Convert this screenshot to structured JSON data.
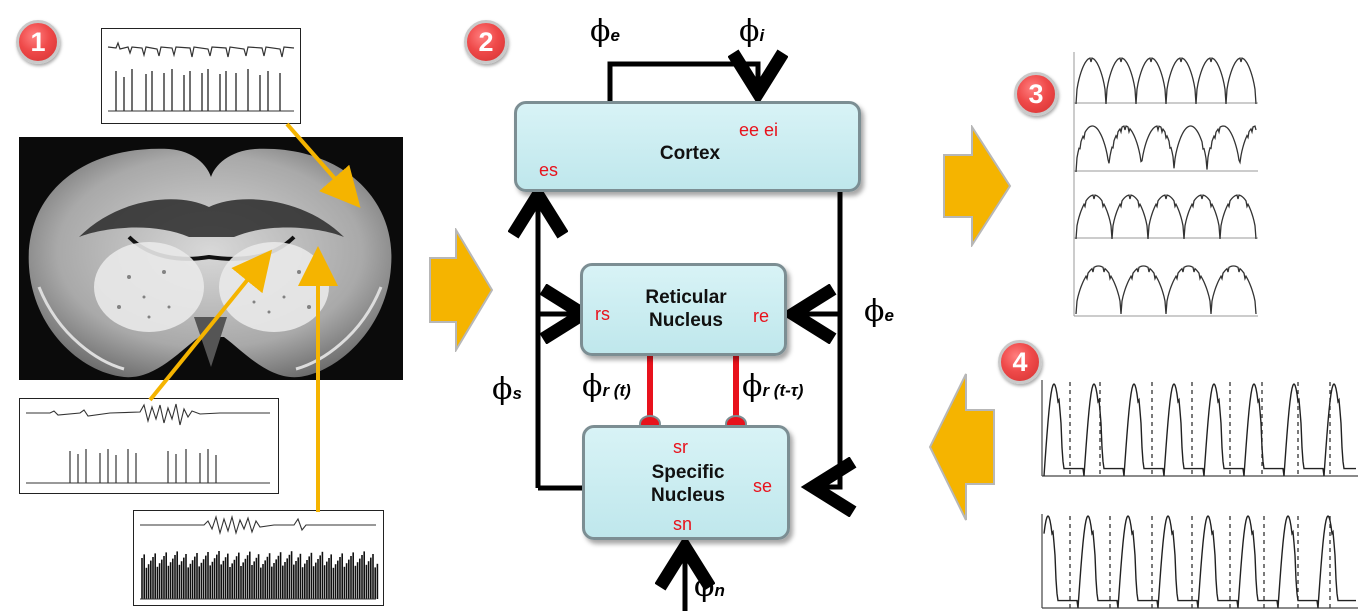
{
  "badges": {
    "one": "1",
    "two": "2",
    "three": "3",
    "four": "4"
  },
  "boxes": {
    "cortex": {
      "title": "Cortex",
      "ports_top": "ee ei",
      "port_left": "es"
    },
    "reticular": {
      "line1": "Reticular",
      "line2": "Nucleus",
      "port_left": "rs",
      "port_right": "re"
    },
    "specific": {
      "line1": "Specific",
      "line2": "Nucleus",
      "port_top": "sr",
      "port_right": "se",
      "port_bottom": "sn"
    }
  },
  "fields": {
    "phi_e_top": {
      "symbol": "ϕ",
      "sub": "e"
    },
    "phi_i_top": {
      "symbol": "ϕ",
      "sub": "i"
    },
    "phi_e_right": {
      "symbol": "ϕ",
      "sub": "e"
    },
    "phi_s": {
      "symbol": "ϕ",
      "sub": "s"
    },
    "phi_r_t": {
      "symbol": "ϕ",
      "sub": "r (t)"
    },
    "phi_r_t_tau": {
      "symbol": "ϕ",
      "sub": "r (t-",
      "tau": "τ",
      "close": ")"
    },
    "phi_n": {
      "symbol": "ϕ",
      "sub": "n"
    }
  },
  "colors": {
    "arrow_orange": "#f5b400",
    "badge_red": "#ef4a4a",
    "port_red": "#e8121c",
    "box_fill": "#c9eef2"
  }
}
